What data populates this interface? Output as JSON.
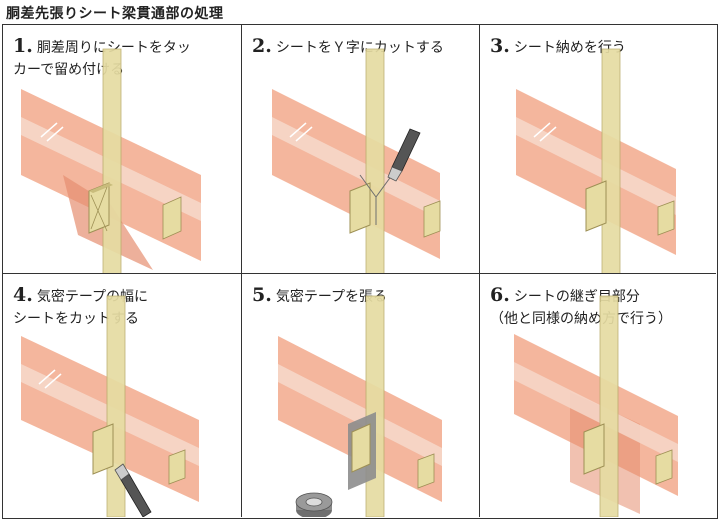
{
  "page": {
    "title": "胴差先張りシート梁貫通部の処理"
  },
  "steps": [
    {
      "num": "1.",
      "line1": "胴差周りにシートをタッ",
      "line2": "カーで留め付ける"
    },
    {
      "num": "2.",
      "line1": "シートをＹ字にカットする",
      "line2": ""
    },
    {
      "num": "3.",
      "line1": "シート納めを行う",
      "line2": ""
    },
    {
      "num": "4.",
      "line1": "気密テープの幅に",
      "line2": "シートをカットする"
    },
    {
      "num": "5.",
      "line1": "気密テープを張る",
      "line2": ""
    },
    {
      "num": "6.",
      "line1": "シートの継ぎ目部分",
      "line2": "（他と同様の納め方で行う）"
    }
  ],
  "colors": {
    "sheet": "#f2a98c",
    "sheet_dark": "#e58e70",
    "band": "#f6d7c9",
    "wood": "#e6dca2",
    "wood_dark": "#c9bc7c",
    "tape": "#8d8d8d",
    "border": "#333333"
  },
  "icons": [
    "cutter-knife-icon",
    "tape-roll-icon",
    "staple-mark-icon"
  ]
}
